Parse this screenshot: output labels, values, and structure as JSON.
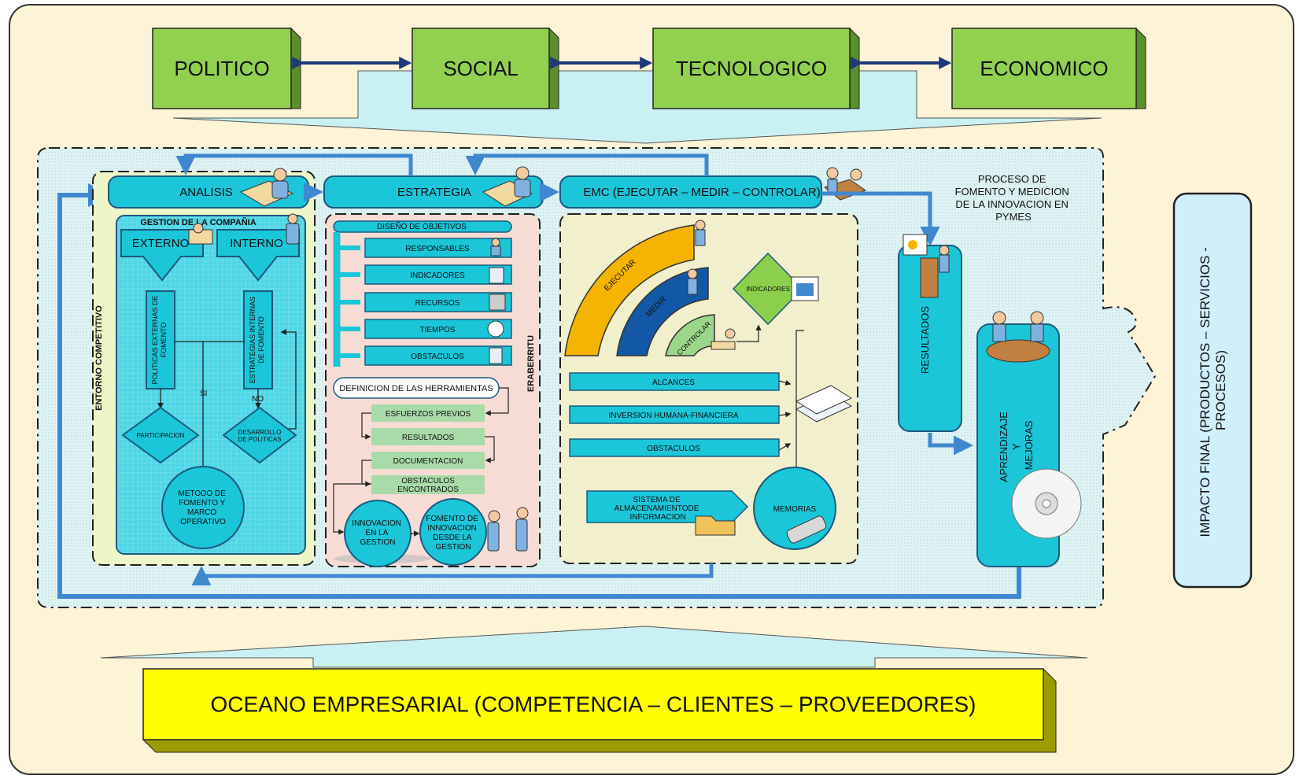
{
  "pestel": {
    "politico": "POLITICO",
    "social": "SOCIAL",
    "tecnologico": "TECNOLOGICO",
    "economico": "ECONOMICO"
  },
  "proceso_title": [
    "PROCESO DE",
    "FOMENTO Y MEDICION",
    "DE LA INNOVACION EN",
    "PYMES"
  ],
  "analisis": {
    "title": "ANALISIS",
    "gestion": "GESTION DE LA COMPAÑIA",
    "externo": "EXTERNO",
    "interno": "INTERNO",
    "politicas_ext": [
      "POLITICAS EXTERNAS DE",
      "FOMENTO"
    ],
    "estrategias_int": [
      "ESTRATEGIAS INTERNAS",
      "DE FOMENTO"
    ],
    "si": "SI",
    "no": "NO",
    "participacion": "PARTICIPACION",
    "desarrollo": [
      "DESARROLLO",
      "DE POLITICAS"
    ],
    "metodo": [
      "METODO DE",
      "FOMENTO Y",
      "MARCO",
      "OPERATIVO"
    ],
    "entorno": "ENTORNO COMPETITIVO"
  },
  "estrategia": {
    "title": "ESTRATEGIA",
    "diseno": "DISEÑO DE OBJETIVOS",
    "items": [
      "RESPONSABLES",
      "INDICADORES",
      "RECURSOS",
      "TIEMPOS",
      "OBSTACULOS"
    ],
    "definicion": "DEFINICION DE LAS HERRAMIENTAS",
    "steps": [
      "ESFUERZOS PREVIOS",
      "RESULTADOS",
      "DOCUMENTACION",
      [
        "OBSTACULOS",
        "ENCONTRADOS"
      ]
    ],
    "innovacion_gestion": [
      "INNOVACION",
      "EN LA",
      "GESTION"
    ],
    "fomento_innovacion": [
      "FOMENTO DE",
      "INNOVACION",
      "DESDE LA",
      "GESTION"
    ],
    "eraberritu": "ERABERRITU"
  },
  "emc": {
    "title": "EMC (EJECUTAR – MEDIR – CONTROLAR)",
    "ejecutar": "EJECUTAR",
    "medir": "MEDIR",
    "controlar": "CONTROLAR",
    "indicadores": "INDICADORES",
    "alcances": "ALCANCES",
    "inversion": "INVERSION HUMANA-FINANCIERA",
    "obstaculos": "OBSTACULOS",
    "sistema": [
      "SISTEMA DE",
      "ALMACENAMIENTODE",
      "INFORMACION"
    ],
    "memorias": "MEMORIAS"
  },
  "resultados": "RESULTADOS",
  "aprendizaje": [
    "APRENDIZAJE",
    "Y",
    "MEJORAS"
  ],
  "impacto": [
    "IMPACTO FINAL (PRODUCTOS – SERVICIOS -",
    "PROCESOS)"
  ],
  "oceano": "OCEANO EMPRESARIAL (COMPETENCIA – CLIENTES – PROVEEDORES)",
  "colors": {
    "background": "#fdf3d6",
    "green_box": "#92d050",
    "cyan": "#1ac6d8",
    "flow_blue": "#3f88d0",
    "yellow": "#ffff00",
    "impact": "#cfeffb"
  }
}
